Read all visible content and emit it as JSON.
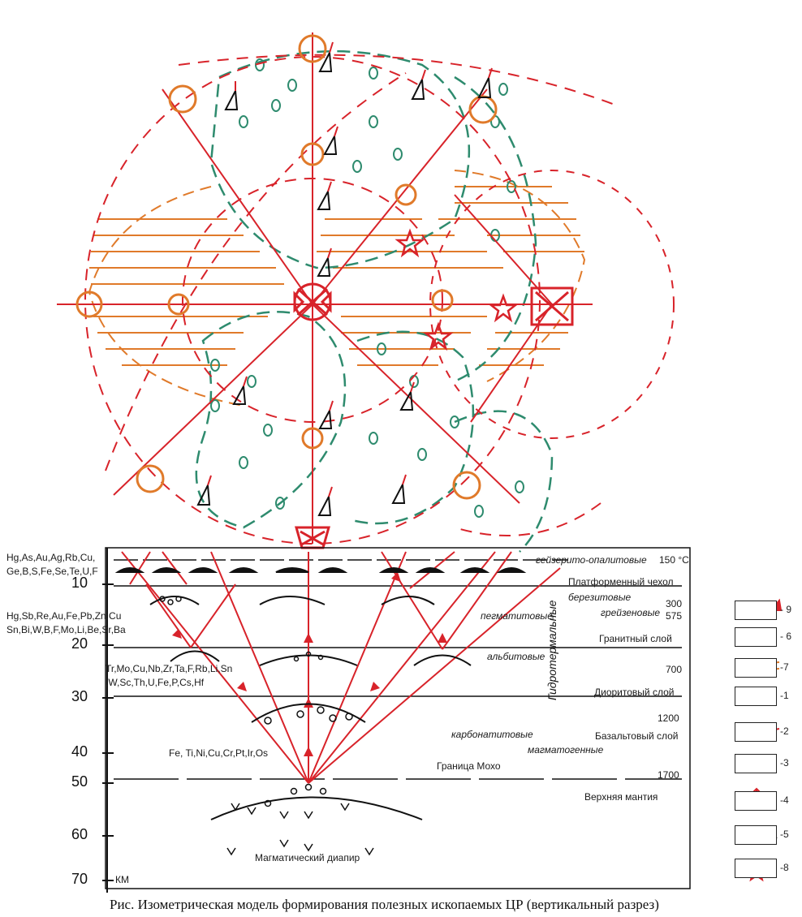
{
  "top_elements": {
    "row1": "Hg,As,Au,Ag,Rb,Cu,",
    "row2": "Ge,B,S,Fe,Se,Te,U,F"
  },
  "mid_elements": {
    "row1": "Hg,Sb,Re,Au,Fe,Pb,Zn,Cu",
    "row2": "Sn,Bi,W,B,F,Mo,Li,Be,Sr,Ba"
  },
  "deep_elements": {
    "row1": "Tr,Mo,Cu,Nb,Zr,Ta,F,Rb,Li,Sn",
    "row2": ",W,Sc,Th,U,Fe,P,Cs,Hf"
  },
  "mantle_elements": "Fe, Ti,Ni,Cu,Cr,Pt,Ir,Os",
  "depth_ticks": [
    "10",
    "20",
    "30",
    "40",
    "50",
    "60",
    "70"
  ],
  "depth_unit": "КМ",
  "zones": {
    "geyserite": "гейзерито-опалитовые",
    "beresite": "березитовые",
    "greisen": "грейзеновые",
    "pegmatite": "пегматитовые",
    "albite": "альбитовые",
    "carbonatite": "карбонатитовые",
    "magmatogenic": "магматогенные",
    "hydrothermal": "Гидротермальные"
  },
  "temperatures": {
    "t150": "150 °С",
    "t300": "300",
    "t575": "575",
    "t700": "700",
    "t1200": "1200",
    "t1700": "1700"
  },
  "layers": {
    "platform": "Платформенный чехол",
    "granite": "Гранитный слой",
    "diorite": "Диоритовый слой",
    "basalt": "Базальтовый слой",
    "moho": "Граница Мохо",
    "upper_mantle": "Верхняя мантия",
    "diapir": "Магматический диапир"
  },
  "legend": [
    "- 9",
    "- 6",
    "-7",
    "-1",
    "-2",
    "-3",
    "-4",
    "-5",
    "-8"
  ],
  "caption": "Рис. Изометрическая модель формирования полезных ископаемых ЦР (вертикальный разрез)",
  "colors": {
    "red": "#d8232a",
    "orange": "#e07a2a",
    "green": "#2e8b6e",
    "black": "#111111"
  }
}
